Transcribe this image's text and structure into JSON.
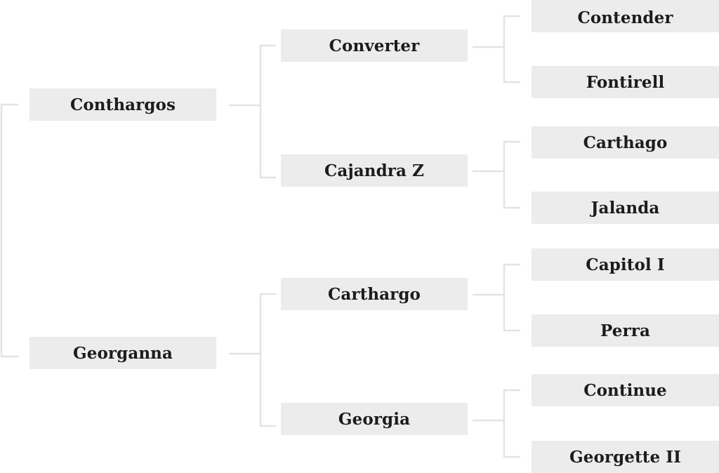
{
  "tree": {
    "level1": [
      {
        "label": "Conthargos"
      },
      {
        "label": "Georganna"
      }
    ],
    "level2": [
      {
        "label": "Converter"
      },
      {
        "label": "Cajandra Z"
      },
      {
        "label": "Carthargo"
      },
      {
        "label": "Georgia"
      }
    ],
    "level3": [
      {
        "label": "Contender"
      },
      {
        "label": "Fontirell"
      },
      {
        "label": "Carthago"
      },
      {
        "label": "Jalanda"
      },
      {
        "label": "Capitol I"
      },
      {
        "label": "Perra"
      },
      {
        "label": "Continue"
      },
      {
        "label": "Georgette II"
      }
    ]
  },
  "colors": {
    "node_background": "#ececec",
    "connector": "#e3e3e3",
    "text": "#1c1c1c",
    "page_background": "#ffffff"
  }
}
